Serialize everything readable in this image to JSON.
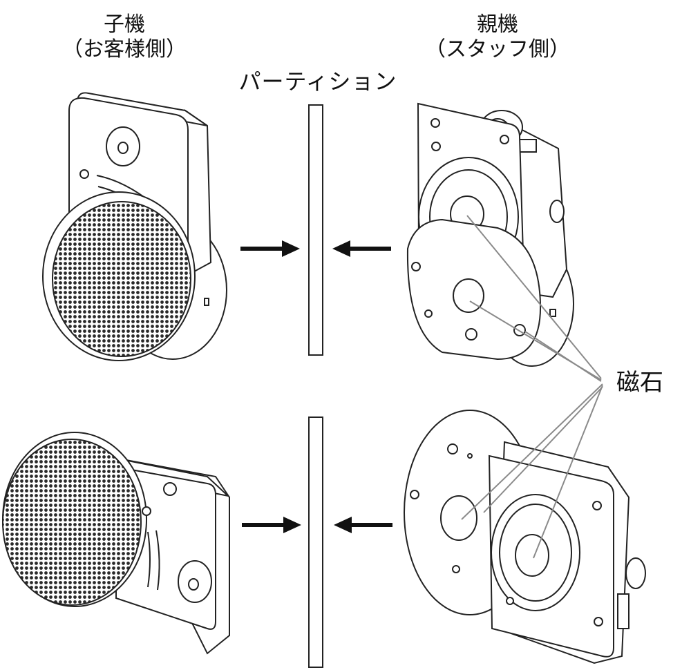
{
  "labels": {
    "child_title": "子機",
    "child_sub": "（お客様側）",
    "parent_title": "親機",
    "parent_sub": "（スタッフ側）",
    "partition": "パーティション",
    "magnet": "磁石"
  },
  "colors": {
    "line": "#222222",
    "leader": "#888888",
    "background": "#ffffff"
  },
  "icons": [
    "arrow-right-icon",
    "arrow-left-icon"
  ]
}
